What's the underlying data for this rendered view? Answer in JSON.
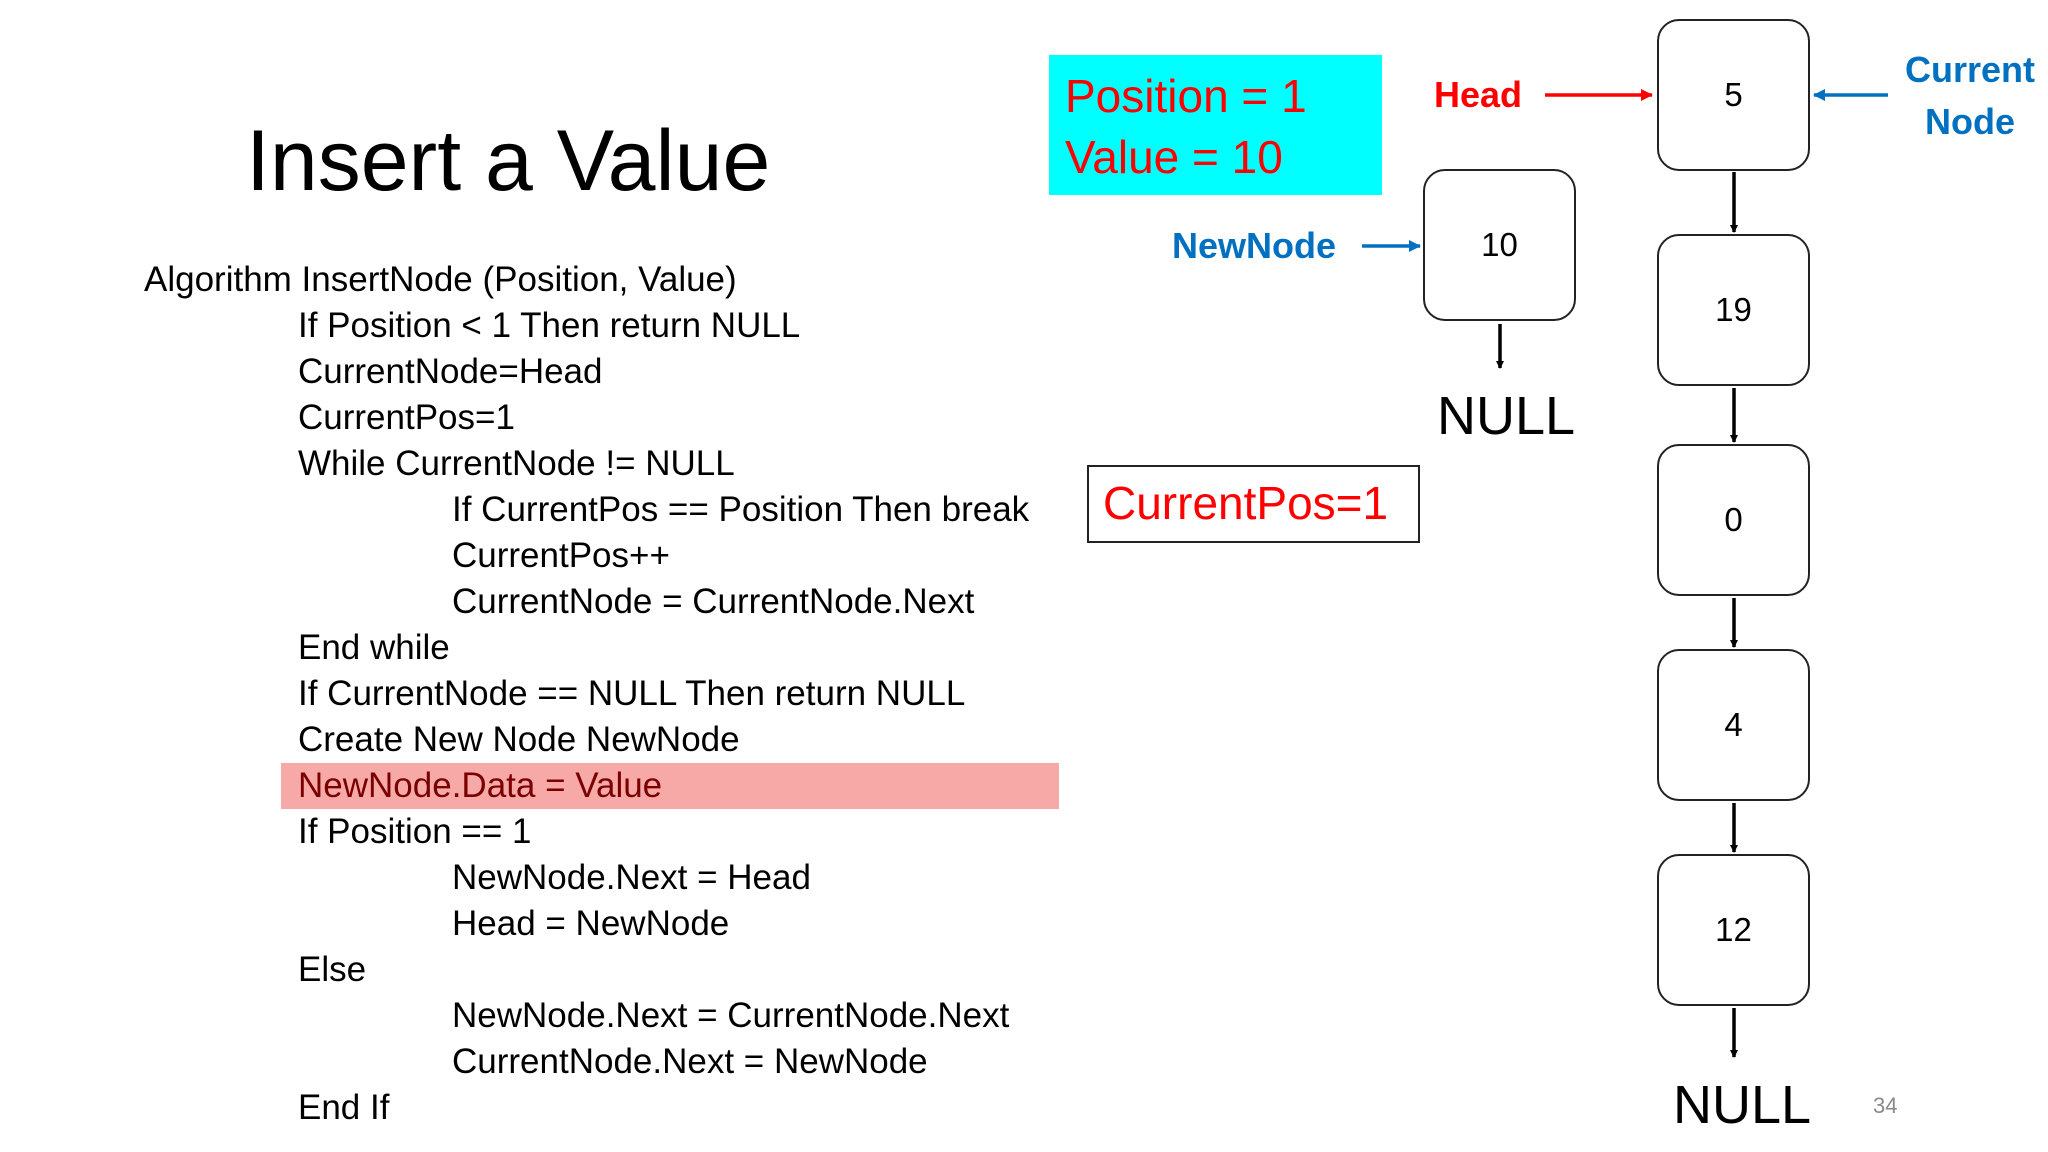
{
  "slide": {
    "title": "Insert a Value",
    "page_number": "34"
  },
  "code": {
    "lines": [
      "Algorithm InsertNode (Position, Value)",
      "If Position < 1 Then return NULL",
      "CurrentNode=Head",
      "CurrentPos=1",
      "While CurrentNode != NULL",
      "If CurrentPos == Position Then break",
      "CurrentPos++",
      "CurrentNode = CurrentNode.Next",
      "End while",
      "If CurrentNode == NULL Then return NULL",
      "Create New Node NewNode",
      "NewNode.Data = Value",
      "If Position == 1",
      "NewNode.Next = Head",
      "Head = NewNode",
      "Else",
      "NewNode.Next = CurrentNode.Next",
      "CurrentNode.Next = NewNode",
      "End If"
    ],
    "highlighted_line": "NewNode.Data = Value"
  },
  "state": {
    "position": "Position = 1",
    "value": "Value = 10",
    "current_pos": "CurrentPos=1"
  },
  "diagram": {
    "head_label": "Head",
    "current_node_label_1": "Current",
    "current_node_label_2": "Node",
    "newnode_label": "NewNode",
    "newnode_value": "10",
    "newnode_null": "NULL",
    "list_values": [
      "5",
      "19",
      "0",
      "4",
      "12"
    ],
    "list_null": "NULL"
  },
  "colors": {
    "red": "#ff0000",
    "blue": "#0070c0",
    "cyan": "#00ffff",
    "highlight": "#f7a9a8"
  }
}
